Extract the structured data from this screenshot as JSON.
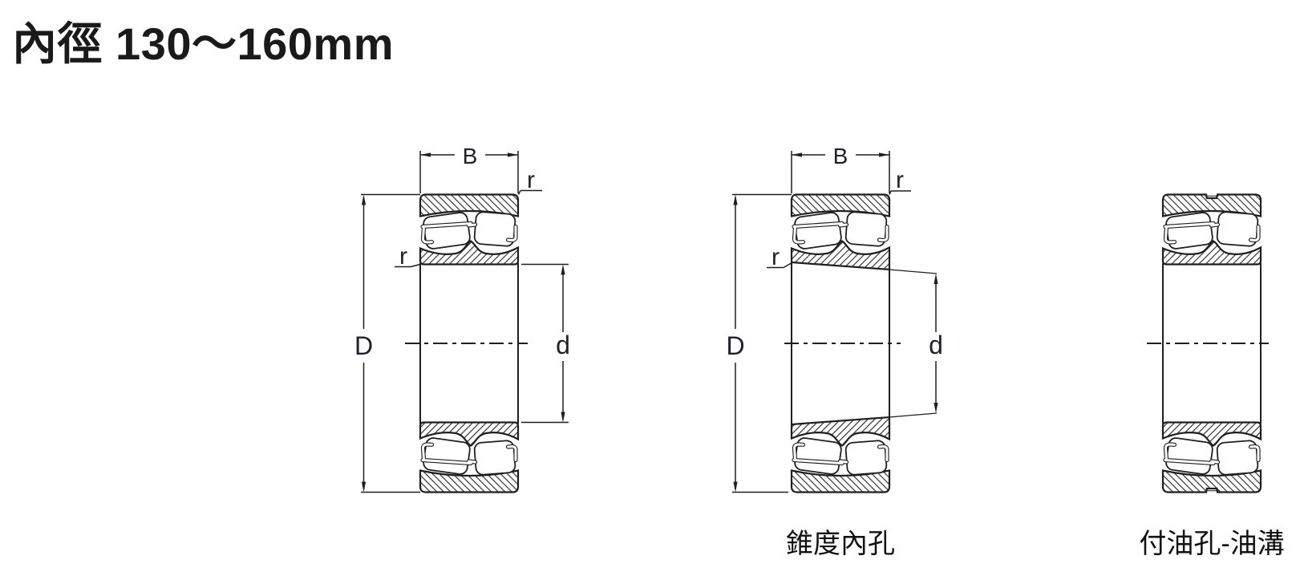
{
  "title": "內徑 130～160mm",
  "dimension_labels": {
    "width": "B",
    "outer_diameter": "D",
    "bore_diameter": "d",
    "chamfer_radius": "r"
  },
  "figures": [
    {
      "name": "spherical-roller-bearing-cylindrical-bore",
      "caption": ""
    },
    {
      "name": "spherical-roller-bearing-tapered-bore",
      "caption": "錐度內孔"
    },
    {
      "name": "spherical-roller-bearing-oil-hole-groove",
      "caption": "付油孔-油溝"
    }
  ]
}
